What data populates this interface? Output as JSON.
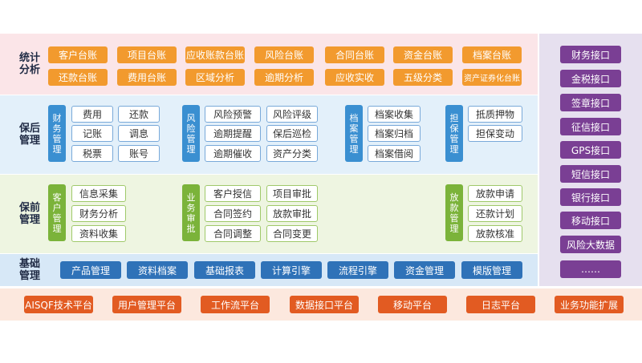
{
  "colors": {
    "stats_band": "#fbe5e8",
    "post_band": "#e3f0fa",
    "pre_band": "#eef5e1",
    "base_band": "#d7e8f7",
    "platform_band": "#fce8de",
    "interfaces_band": "#e6e0ef",
    "orange": "#f29a2e",
    "purple": "#7a3f94",
    "blue": "#2f72b8",
    "red": "#e25b22",
    "light_blue": "#3a8fd1",
    "green": "#7bb33a"
  },
  "sections": {
    "stats": "统计分析",
    "post": "保后管理",
    "pre": "保前管理",
    "base": "基础管理"
  },
  "stats_items": [
    "客户台账",
    "项目台账",
    "应收账款台账",
    "风险台账",
    "合同台账",
    "资金台账",
    "档案台账",
    "还款台账",
    "费用台账",
    "区域分析",
    "逾期分析",
    "应收实收",
    "五级分类",
    "资产证券化台账"
  ],
  "post_groups": {
    "finance": {
      "label": "财务管理",
      "items": [
        "费用",
        "还款",
        "记账",
        "调息",
        "税票",
        "账号"
      ]
    },
    "risk": {
      "label": "风险管理",
      "items": [
        "风险预警",
        "风险评级",
        "逾期提醒",
        "保后巡检",
        "逾期催收",
        "资产分类"
      ]
    },
    "archive": {
      "label": "档案管理",
      "items": [
        "档案收集",
        "档案归档",
        "档案借阅"
      ]
    },
    "guarantee": {
      "label": "担保管理",
      "items": [
        "抵质押物",
        "担保变动"
      ]
    }
  },
  "pre_groups": {
    "customer": {
      "label": "客户管理",
      "items": [
        "信息采集",
        "财务分析",
        "资料收集"
      ]
    },
    "business": {
      "label": "业务审批",
      "items": [
        "客户授信",
        "项目审批",
        "合同签约",
        "放款审批",
        "合同调整",
        "合同变更"
      ]
    },
    "loan": {
      "label": "放款管理",
      "items": [
        "放款申请",
        "还款计划",
        "放款核准"
      ]
    }
  },
  "base_items": [
    "产品管理",
    "资料档案",
    "基础报表",
    "计算引擎",
    "流程引擎",
    "资金管理",
    "模版管理"
  ],
  "platform_items": [
    "AISQF技术平台",
    "用户管理平台",
    "工作流平台",
    "数据接口平台",
    "移动平台",
    "日志平台",
    "业务功能扩展"
  ],
  "interfaces": [
    "财务接口",
    "金税接口",
    "签章接口",
    "征信接口",
    "GPS接口",
    "短信接口",
    "银行接口",
    "移动接口",
    "风险大数据",
    "……"
  ]
}
